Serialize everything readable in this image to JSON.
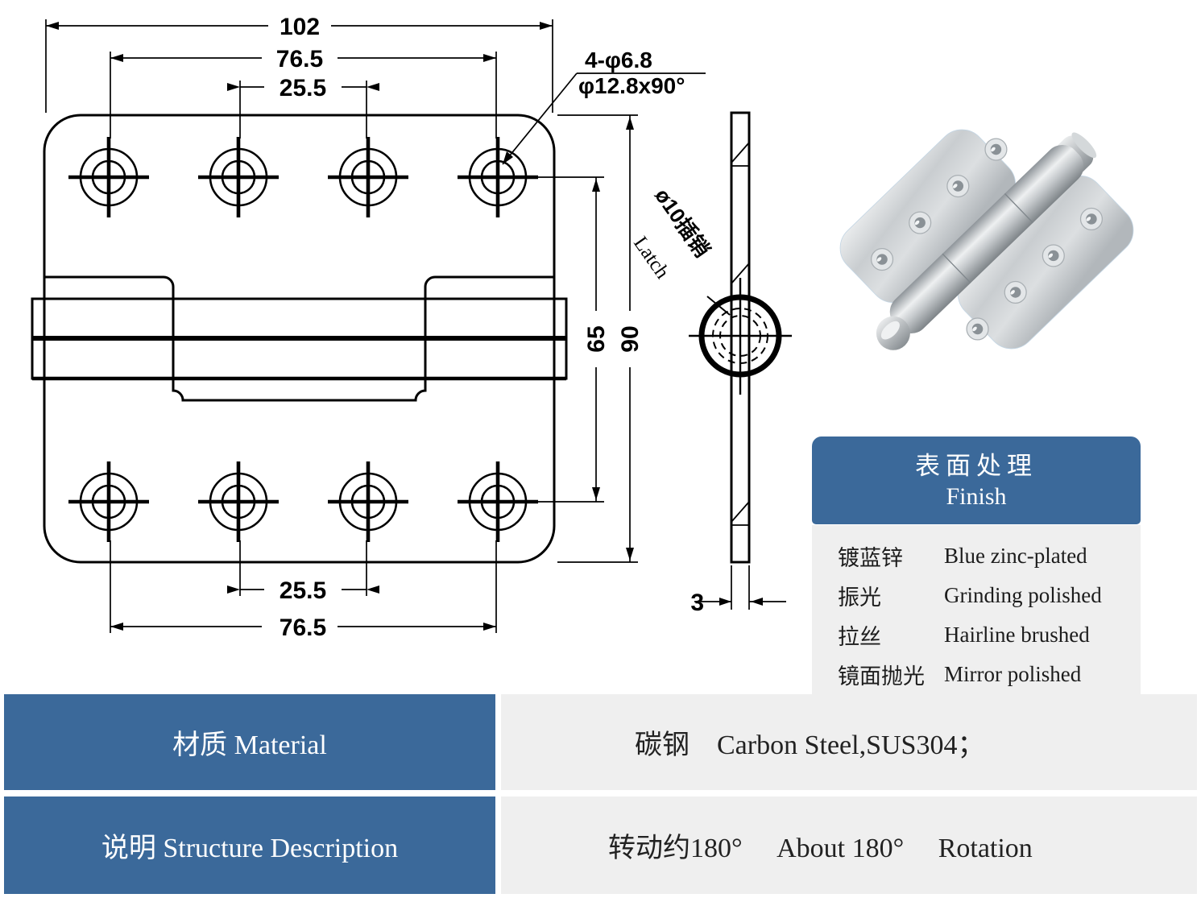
{
  "drawing": {
    "dims": {
      "overall_width": "102",
      "hole_span_top": "76.5",
      "hole_pitch_top": "25.5",
      "hole_pitch_bottom": "25.5",
      "hole_span_bottom": "76.5",
      "hole_row_height": "65",
      "overall_height": "90",
      "thickness": "3"
    },
    "callouts": {
      "hole_note_line1": "4-φ6.8",
      "hole_note_line2": "φ12.8x90°",
      "latch_note_zh": "ø10插销",
      "latch_note_en": "Latch"
    }
  },
  "finish_table": {
    "header_zh": "表面处理",
    "header_en": "Finish",
    "rows": [
      {
        "zh": "镀蓝锌",
        "en": "Blue zinc-plated"
      },
      {
        "zh": "振光",
        "en": "Grinding polished"
      },
      {
        "zh": "拉丝",
        "en": "Hairline brushed"
      },
      {
        "zh": "镜面抛光",
        "en": "Mirror polished"
      }
    ]
  },
  "spec_table": {
    "rows": [
      {
        "label": "材质 Material",
        "value": "碳钢　Carbon Steel,SUS304；"
      },
      {
        "label": "说明 Structure Description",
        "value": "转动约180°　 About 180°　 Rotation"
      }
    ]
  },
  "colors": {
    "accent_blue": "#3b699a",
    "panel_gray": "#efefef",
    "line": "#000000"
  }
}
